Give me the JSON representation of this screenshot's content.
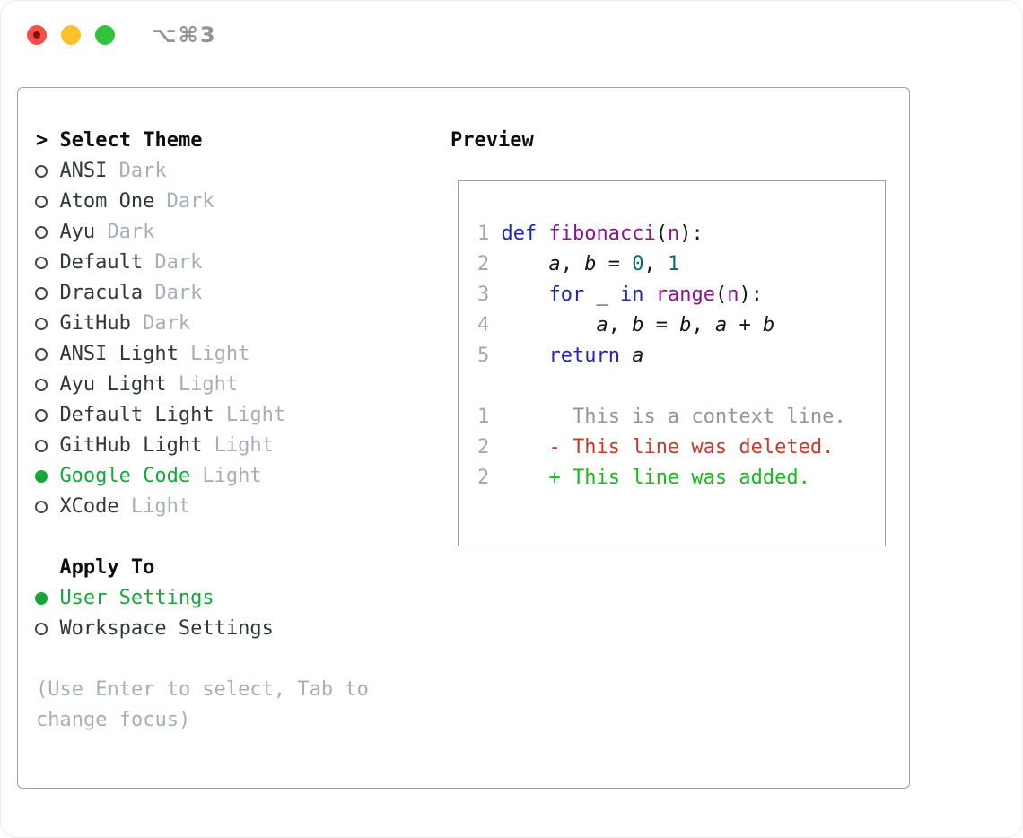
{
  "window": {
    "title": "⌥⌘3"
  },
  "colors": {
    "accent_green": "#15a838",
    "diff_green": "#12bd16",
    "diff_red": "#c43b2b",
    "keyword_blue": "#2222c0",
    "function_purple": "#8d1199",
    "literal_teal": "#0b6b6b",
    "muted_gray": "#a7aeb9",
    "context_gray": "#8e969f",
    "line_number_gray": "#9fa9b4",
    "border_gray": "#9aa2ac",
    "text_dark": "#31363d",
    "traffic_red": "#f05048",
    "traffic_red_dot": "#8c1007",
    "traffic_yellow": "#fcc02f",
    "traffic_green": "#32c13c"
  },
  "theme_panel": {
    "header": {
      "prefix": ">",
      "label": "Select Theme"
    },
    "items": [
      {
        "name": "ANSI",
        "variant": "Dark",
        "selected": false
      },
      {
        "name": "Atom One",
        "variant": "Dark",
        "selected": false
      },
      {
        "name": "Ayu",
        "variant": "Dark",
        "selected": false
      },
      {
        "name": "Default",
        "variant": "Dark",
        "selected": false
      },
      {
        "name": "Dracula",
        "variant": "Dark",
        "selected": false
      },
      {
        "name": "GitHub",
        "variant": "Dark",
        "selected": false
      },
      {
        "name": "ANSI Light",
        "variant": "Light",
        "selected": false
      },
      {
        "name": "Ayu Light",
        "variant": "Light",
        "selected": false
      },
      {
        "name": "Default Light",
        "variant": "Light",
        "selected": false
      },
      {
        "name": "GitHub Light",
        "variant": "Light",
        "selected": false
      },
      {
        "name": "Google Code",
        "variant": "Light",
        "selected": true
      },
      {
        "name": "XCode",
        "variant": "Light",
        "selected": false
      }
    ],
    "apply_to": {
      "label": "Apply To",
      "options": [
        {
          "name": "User Settings",
          "selected": true
        },
        {
          "name": "Workspace Settings",
          "selected": false
        }
      ]
    },
    "help_lines": [
      "(Use Enter to select, Tab to",
      "change focus)"
    ]
  },
  "preview": {
    "title": "Preview",
    "code_lines": [
      {
        "num": "1",
        "segments": [
          {
            "t": "def",
            "s": "kw"
          },
          {
            "t": " ",
            "s": "pl"
          },
          {
            "t": "fibonacci",
            "s": "fn"
          },
          {
            "t": "(",
            "s": "pl"
          },
          {
            "t": "n",
            "s": "fn"
          },
          {
            "t": "):",
            "s": "pl"
          }
        ]
      },
      {
        "num": "2",
        "segments": [
          {
            "t": "    ",
            "s": "pl"
          },
          {
            "t": "a",
            "s": "vr"
          },
          {
            "t": ", ",
            "s": "pl"
          },
          {
            "t": "b",
            "s": "vr"
          },
          {
            "t": " = ",
            "s": "pl"
          },
          {
            "t": "0",
            "s": "lit"
          },
          {
            "t": ", ",
            "s": "pl"
          },
          {
            "t": "1",
            "s": "lit"
          }
        ]
      },
      {
        "num": "3",
        "segments": [
          {
            "t": "    ",
            "s": "pl"
          },
          {
            "t": "for",
            "s": "kw"
          },
          {
            "t": " _ ",
            "s": "pl"
          },
          {
            "t": "in",
            "s": "kw"
          },
          {
            "t": " ",
            "s": "pl"
          },
          {
            "t": "range",
            "s": "fn"
          },
          {
            "t": "(",
            "s": "pl"
          },
          {
            "t": "n",
            "s": "fn"
          },
          {
            "t": "):",
            "s": "pl"
          }
        ]
      },
      {
        "num": "4",
        "segments": [
          {
            "t": "        ",
            "s": "pl"
          },
          {
            "t": "a",
            "s": "vr"
          },
          {
            "t": ", ",
            "s": "pl"
          },
          {
            "t": "b",
            "s": "vr"
          },
          {
            "t": " = ",
            "s": "pl"
          },
          {
            "t": "b",
            "s": "vr"
          },
          {
            "t": ", ",
            "s": "pl"
          },
          {
            "t": "a",
            "s": "vr"
          },
          {
            "t": " + ",
            "s": "pl"
          },
          {
            "t": "b",
            "s": "vr"
          }
        ]
      },
      {
        "num": "5",
        "segments": [
          {
            "t": "    ",
            "s": "pl"
          },
          {
            "t": "return",
            "s": "kw"
          },
          {
            "t": " ",
            "s": "pl"
          },
          {
            "t": "a",
            "s": "vr"
          }
        ]
      }
    ],
    "diff_lines": [
      {
        "num": "1",
        "marker": " ",
        "text": "This is a context line.",
        "type": "context"
      },
      {
        "num": "2",
        "marker": "-",
        "text": "This line was deleted.",
        "type": "deleted"
      },
      {
        "num": "2",
        "marker": "+",
        "text": "This line was added.",
        "type": "added"
      }
    ]
  }
}
